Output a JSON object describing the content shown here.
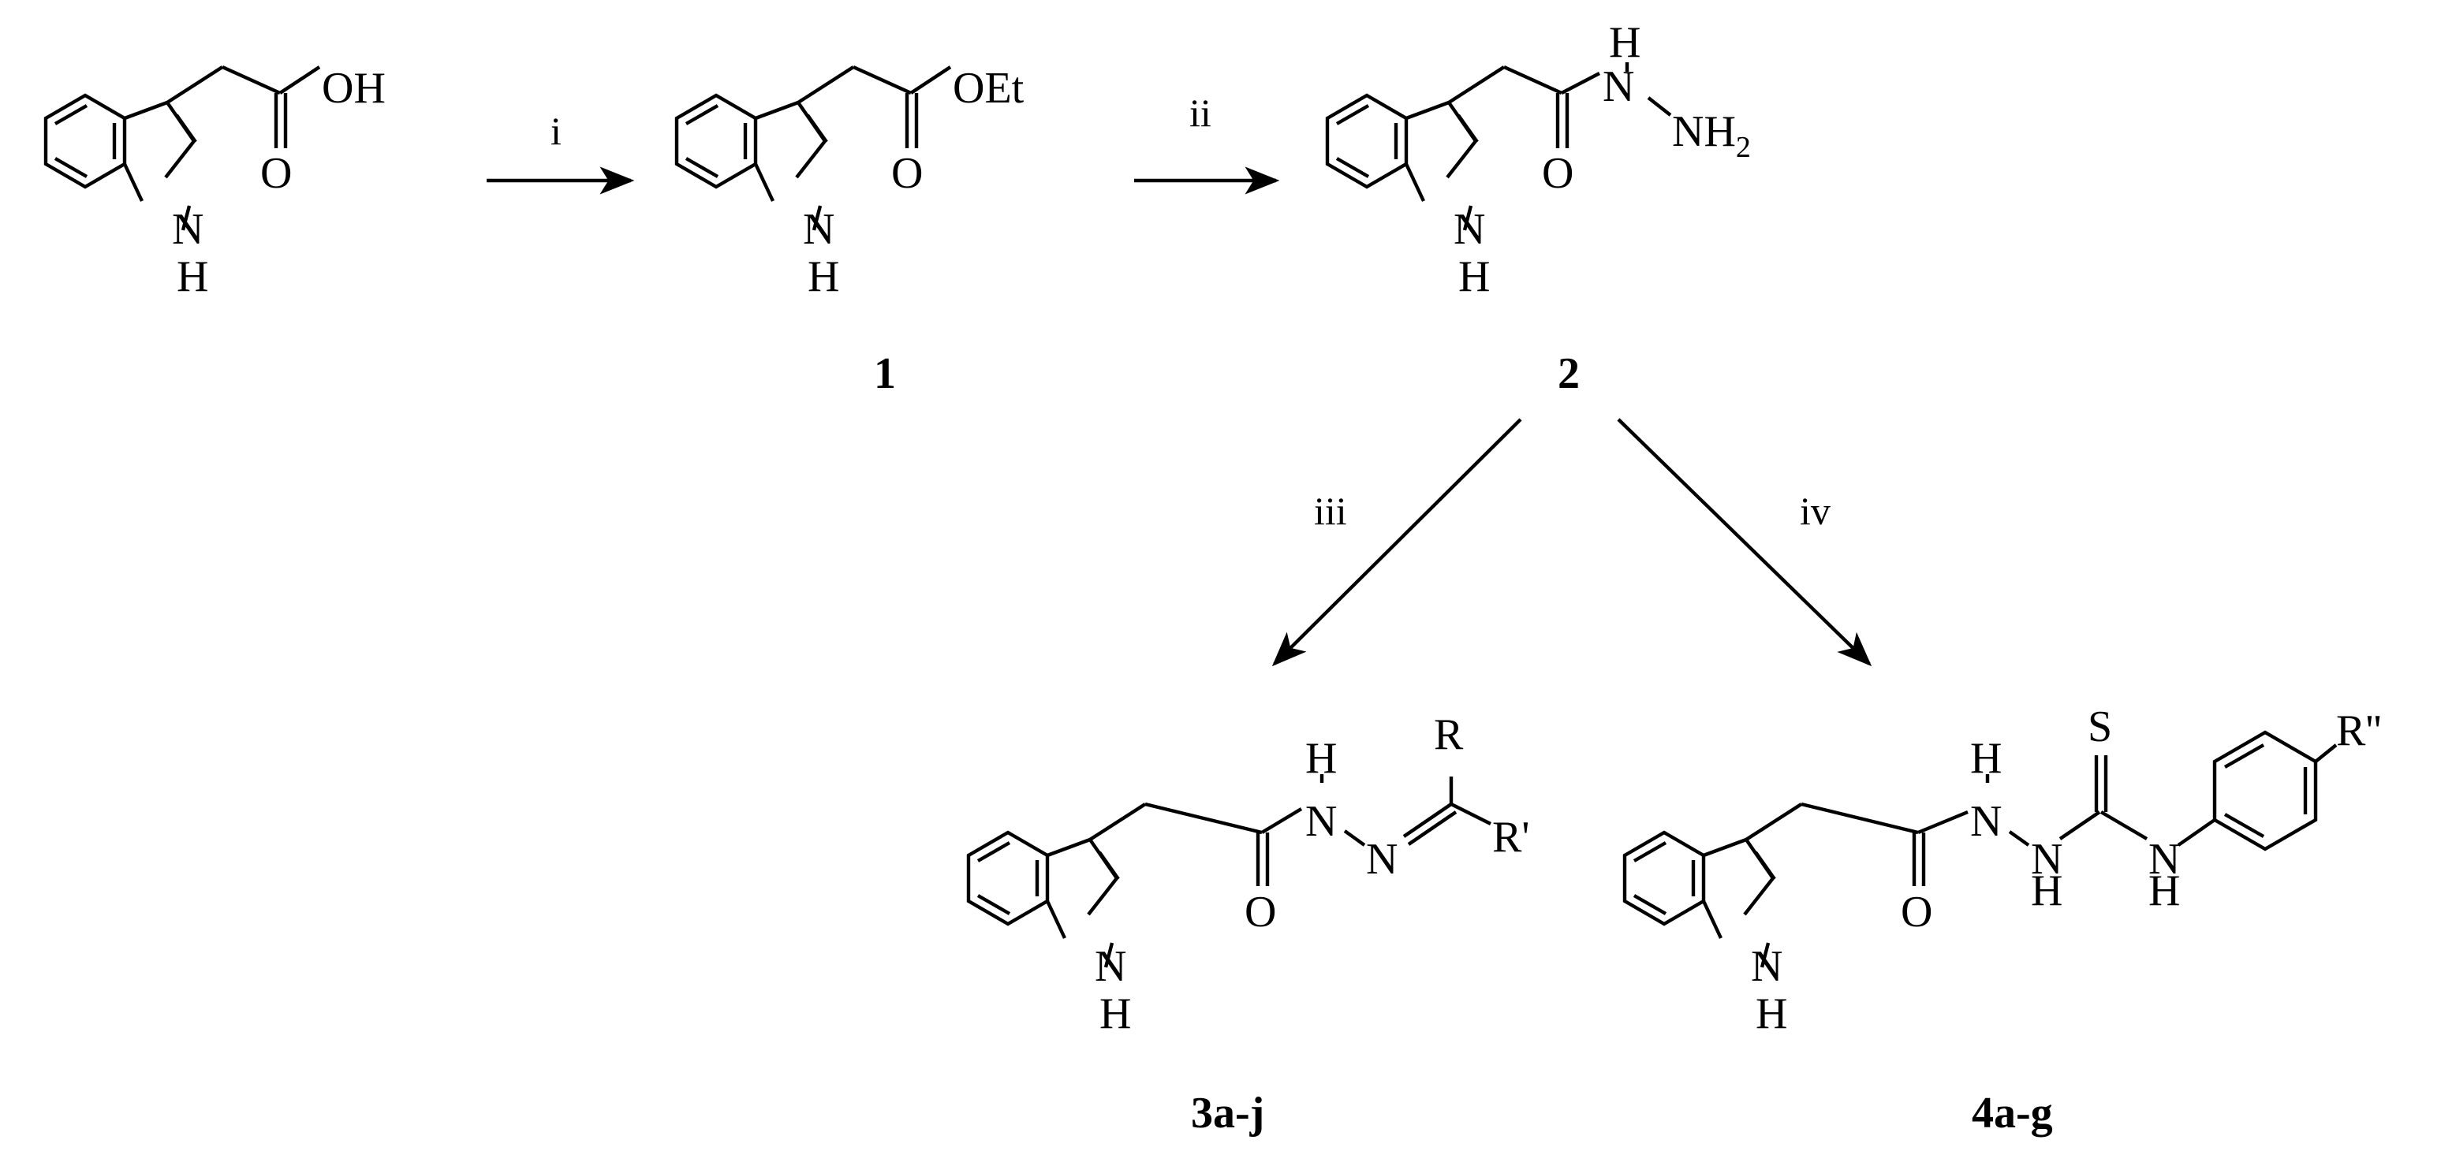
{
  "compounds": {
    "start": {
      "atoms": {
        "oh": "OH",
        "o": "O",
        "n": "N",
        "h": "H"
      }
    },
    "c1": {
      "label": "1",
      "atoms": {
        "oet": "OEt",
        "o": "O",
        "n": "N",
        "h": "H"
      }
    },
    "c2": {
      "label": "2",
      "atoms": {
        "nh_n": "N",
        "nh_h": "H",
        "nh2": "NH",
        "nh2_sub": "2",
        "o": "O",
        "n": "N",
        "h": "H"
      }
    },
    "c3": {
      "label": "3a-j",
      "atoms": {
        "nh_n": "N",
        "nh_h": "H",
        "n_imine": "N",
        "r": "R",
        "r1": "R'",
        "o": "O",
        "n": "N",
        "h": "H"
      }
    },
    "c4": {
      "label": "4a-g",
      "atoms": {
        "nh1_n": "N",
        "nh1_h": "H",
        "nh2_n": "N",
        "nh2_h": "H",
        "nh3_n": "N",
        "nh3_h": "H",
        "s": "S",
        "r2": "R''",
        "o": "O",
        "n": "N",
        "h": "H"
      }
    }
  },
  "reagents": {
    "i": "i",
    "ii": "ii",
    "iii": "iii",
    "iv": "iv"
  }
}
